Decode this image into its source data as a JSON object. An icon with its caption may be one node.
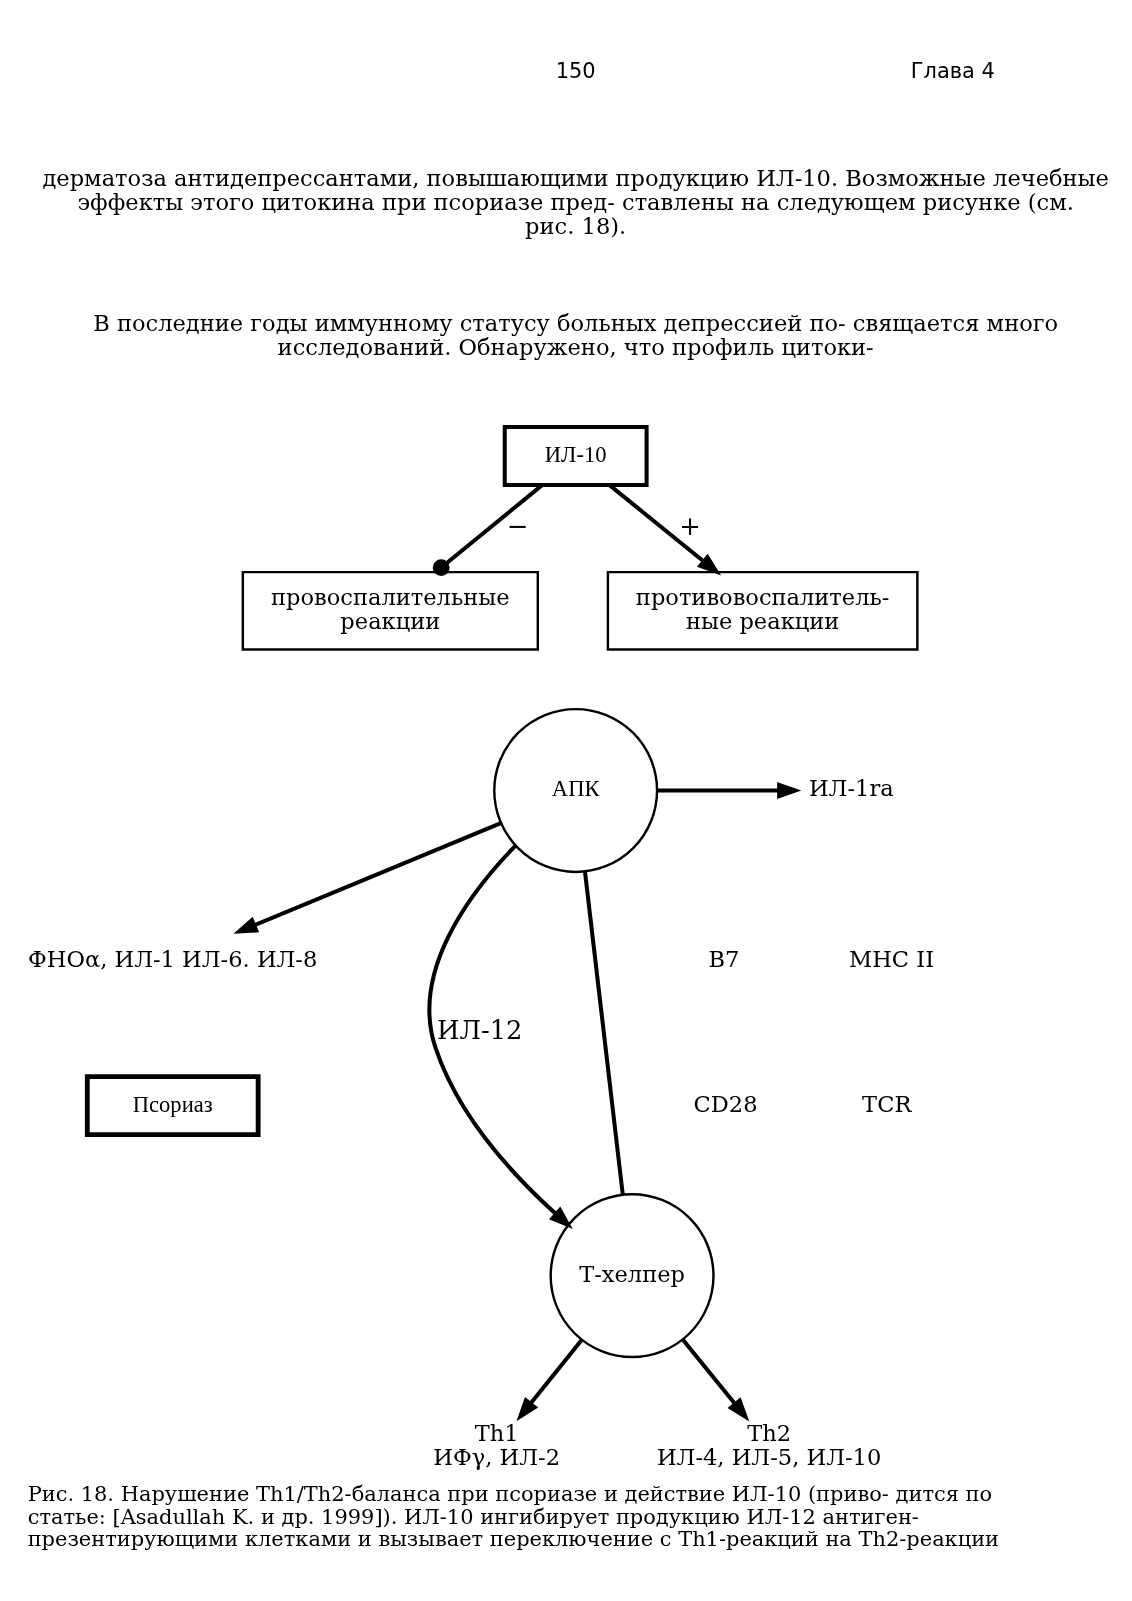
{
  "diagram": {
    "caption": "Рис. 18. Нарушение Th1/Th2-баланса при псориазе и действие ИЛ-10 (приво- дится по статье: [Asadullah K. и др. 1999]). ИЛ-10 ингибирует продукцию ИЛ-12 антиген-презентирующими клетками и вызывает переключение с Th1-реакций на Th2-реакции",
    "nodes": [
      {
        "text": [
          "ИЛ-10"
        ]
      },
      {
        "text": [
          "провоспалительные реакции"
        ]
      },
      {
        "text": [
          "противовоспалитель- ные реакции"
        ]
      },
      {
        "text": [
          "АПК"
        ]
      },
      {
        "text": [
          "ИЛ-1ra"
        ]
      },
      {
        "text": [
          "ФНОα, ИЛ-1 ИЛ-6. ИЛ-8"
        ]
      },
      {
        "text": [
          "Т-хелпер"
        ]
      },
      {
        "text": [
          "Th1",
          "ИФγ, ИЛ-2"
        ]
      },
      {
        "text": [
          "Th2",
          "ИЛ-4, ИЛ-5, ИЛ-10"
        ]
      },
      {
        "text": [
          "Псориаз"
        ]
      }
    ],
    "edges": [
      {
        "from": 0,
        "to": 1,
        "label": "−",
        "arrow": "other"
      },
      {
        "from": 0,
        "to": 2,
        "label": "+",
        "arrow": "to"
      },
      {
        "from": 3,
        "to": 4,
        "arrow": "to"
      },
      {
        "from": 3,
        "to": 5,
        "arrow": "to"
      },
      {
        "from": 3,
        "to": 6,
        "label": "ИЛ-12",
        "arrow": "to"
      },
      {
        "from": 3,
        "to": 6,
        "arrow": "none"
      },
      {
        "from": 6,
        "to": 7,
        "arrow": "to"
      },
      {
        "from": 6,
        "to": 8,
        "arrow": "to"
      }
    ],
    "labels": [
      "150",
      "Глава 4",
      "дерматоза антидепрессантами, повышающими продукцию ИЛ-10. Возможные лечебные эффекты этого цитокина при псориазе пред- ставлены на следующем рисунке (см. рис. 18).",
      "В последние годы иммунному статусу больных депрессией по- свящается много исследований. Обнаружено, что профиль цитоки-",
      "B7",
      "MHC II",
      "CD28",
      "TCR"
    ]
  }
}
